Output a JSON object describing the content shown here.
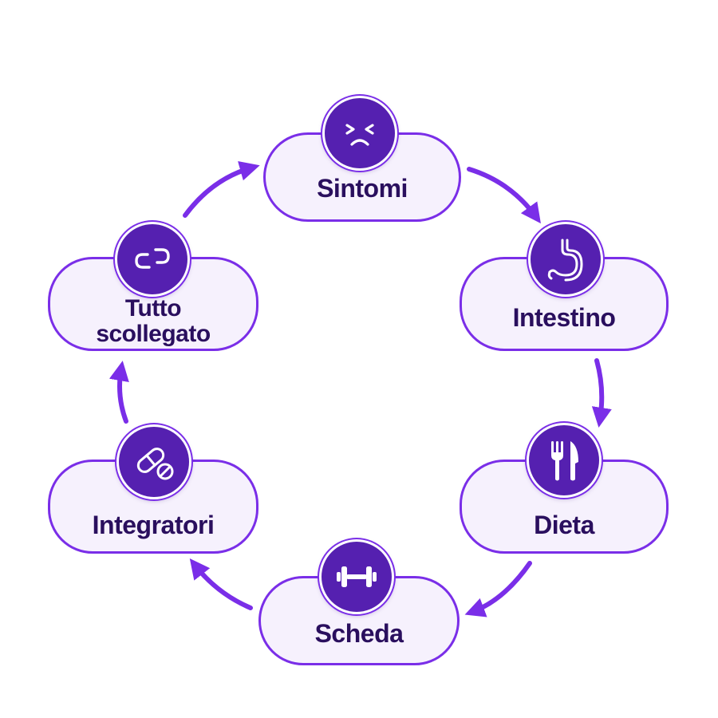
{
  "colors": {
    "accent": "#7a2ee8",
    "icon_bg": "#5520b0",
    "pill_fill": "#f6f1fd",
    "label_text": "#2a0f5e"
  },
  "cycle": {
    "direction": "clockwise",
    "nodes": [
      {
        "id": "sintomi",
        "label": "Sintomi",
        "icon": "sad-face-icon"
      },
      {
        "id": "intestino",
        "label": "Intestino",
        "icon": "stomach-icon"
      },
      {
        "id": "dieta",
        "label": "Dieta",
        "icon": "fork-knife-icon"
      },
      {
        "id": "scheda",
        "label": "Scheda",
        "icon": "dumbbell-icon"
      },
      {
        "id": "integratori",
        "label": "Integratori",
        "icon": "pills-icon"
      },
      {
        "id": "tutto-scollegato",
        "label": "Tutto\nscollegato",
        "icon": "broken-link-icon"
      }
    ]
  }
}
